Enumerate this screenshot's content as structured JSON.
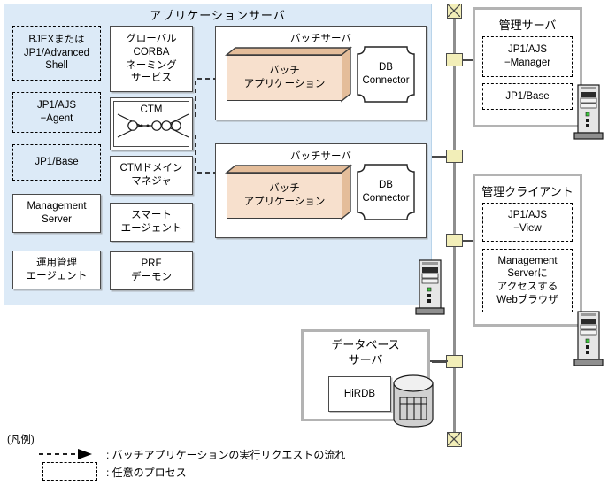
{
  "diagram": {
    "app_server": {
      "title": "アプリケーションサーバ",
      "left_column": [
        {
          "label": "BJEXまたは\nJP1/Advanced\nShell",
          "style": "dashed"
        },
        {
          "label": "JP1/AJS\n−Agent",
          "style": "dashed"
        },
        {
          "label": "JP1/Base",
          "style": "dashed"
        },
        {
          "label": "Management\nServer",
          "style": "solid"
        },
        {
          "label": "運用管理\nエージェント",
          "style": "solid"
        }
      ],
      "middle_column": [
        {
          "label": "グローバル\nCORBA\nネーミング\nサービス",
          "style": "solid"
        },
        {
          "label": "CTM",
          "style": "ctm"
        },
        {
          "label": "CTMドメイン\nマネジャ",
          "style": "solid"
        },
        {
          "label": "スマート\nエージェント",
          "style": "solid"
        },
        {
          "label": "PRF\nデーモン",
          "style": "solid"
        }
      ],
      "batch_servers": [
        {
          "title": "バッチサーバ",
          "application": "バッチ\nアプリケーション",
          "connector": "DB\nConnector"
        },
        {
          "title": "バッチサーバ",
          "application": "バッチ\nアプリケーション",
          "connector": "DB\nConnector"
        }
      ]
    },
    "management_server": {
      "title": "管理サーバ",
      "items": [
        {
          "label": "JP1/AJS\n−Manager",
          "style": "dashed"
        },
        {
          "label": "JP1/Base",
          "style": "dashed"
        }
      ]
    },
    "management_client": {
      "title": "管理クライアント",
      "items": [
        {
          "label": "JP1/AJS\n−View",
          "style": "dashed"
        },
        {
          "label": "Management\nServerに\nアクセスする\nWebブラウザ",
          "style": "dashed"
        }
      ]
    },
    "database_server": {
      "title": "データベース\nサーバ",
      "product": "HiRDB"
    },
    "legend": {
      "title": "(凡例)",
      "entries": [
        {
          "symbol": "dashed-arrow",
          "text": ": バッチアプリケーションの実行リクエストの流れ"
        },
        {
          "symbol": "dashed-box",
          "text": ": 任意のプロセス"
        }
      ]
    },
    "colors": {
      "panel_fill": "#dceaf7",
      "panel_border": "#b9d4ea",
      "batch_app_fill": "#f7e0cd",
      "batch_app_top": "#e4bd9a",
      "frame_grey": "#b3b3b3",
      "network_yellow": "#f2eeb8",
      "network_line": "#8e8e8e",
      "box_border": "#4a4a4a"
    }
  }
}
